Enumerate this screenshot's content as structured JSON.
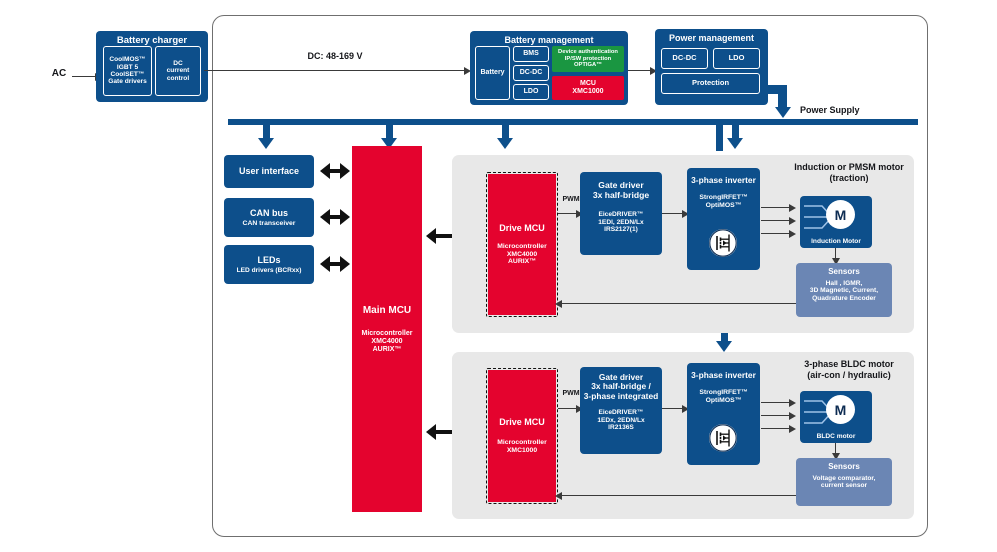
{
  "colors": {
    "navy": "#0d4f8b",
    "navy_dark": "#12477d",
    "red": "#e4032e",
    "green": "#1a9641",
    "steel": "#6b86b4",
    "panel_gray": "#e8e8e8",
    "frame_gray": "#6f6f6f",
    "line": "#3a3a3a"
  },
  "input": {
    "ac_label": "AC"
  },
  "battery_charger": {
    "title": "Battery charger",
    "left_box": "CoolMOS™\nIGBT 5\nCoolSET™\nGate drivers",
    "right_box": "DC\ncurrent\ncontrol"
  },
  "dc_link": {
    "label": "DC: 48-169 V"
  },
  "battery_management": {
    "title": "Battery management",
    "battery": "Battery",
    "stack": [
      "BMS",
      "DC-DC",
      "LDO"
    ],
    "green_box": "Device authentication\nIP/SW protection\nOPTIGA™",
    "red_box": "MCU\nXMC1000"
  },
  "power_management": {
    "title": "Power management",
    "row": [
      "DC-DC",
      "LDO"
    ],
    "protection": "Protection"
  },
  "power_supply": {
    "label": "Power Supply"
  },
  "left_peripherals": [
    {
      "title": "User interface",
      "sub": ""
    },
    {
      "title": "CAN bus",
      "sub": "CAN transceiver"
    },
    {
      "title": "LEDs",
      "sub": "LED drivers (BCRxx)"
    }
  ],
  "main_mcu": {
    "title": "Main MCU",
    "sub": "Microcontroller\nXMC4000\nAURIX™"
  },
  "traction": {
    "drive_mcu": {
      "title": "Drive MCU",
      "sub": "Microcontroller\nXMC4000\nAURIX™"
    },
    "pwm_label": "PWM",
    "gate_driver": {
      "title": "Gate driver\n3x half-bridge",
      "sub": "EiceDRIVER™\n1EDI, 2EDN/Lx\nIRS2127(1)"
    },
    "inverter": {
      "title": "3-phase inverter",
      "sub": "StrongIRFET™\nOptiMOS™"
    },
    "motor_caption": "Induction or PMSM motor\n(traction)",
    "motor": {
      "glyph": "M",
      "label": "Induction Motor"
    },
    "sensors": {
      "title": "Sensors",
      "sub": "Hall , IGMR,\n3D Magnetic, Current,\nQuadrature Encoder"
    }
  },
  "bldc": {
    "drive_mcu": {
      "title": "Drive MCU",
      "sub": "Microcontroller\nXMC1000"
    },
    "pwm_label": "PWM",
    "gate_driver": {
      "title": "Gate driver\n3x half-bridge /\n3-phase integrated",
      "sub": "EiceDRIVER™\n1EDx, 2EDN/Lx\nIR2136S"
    },
    "inverter": {
      "title": "3-phase inverter",
      "sub": "StrongIRFET™\nOptiMOS™"
    },
    "motor_caption": "3-phase BLDC motor\n(air-con / hydraulic)",
    "motor": {
      "glyph": "M",
      "label": "BLDC motor"
    },
    "sensors": {
      "title": "Sensors",
      "sub": "Voltage comparator,\ncurrent sensor"
    }
  }
}
